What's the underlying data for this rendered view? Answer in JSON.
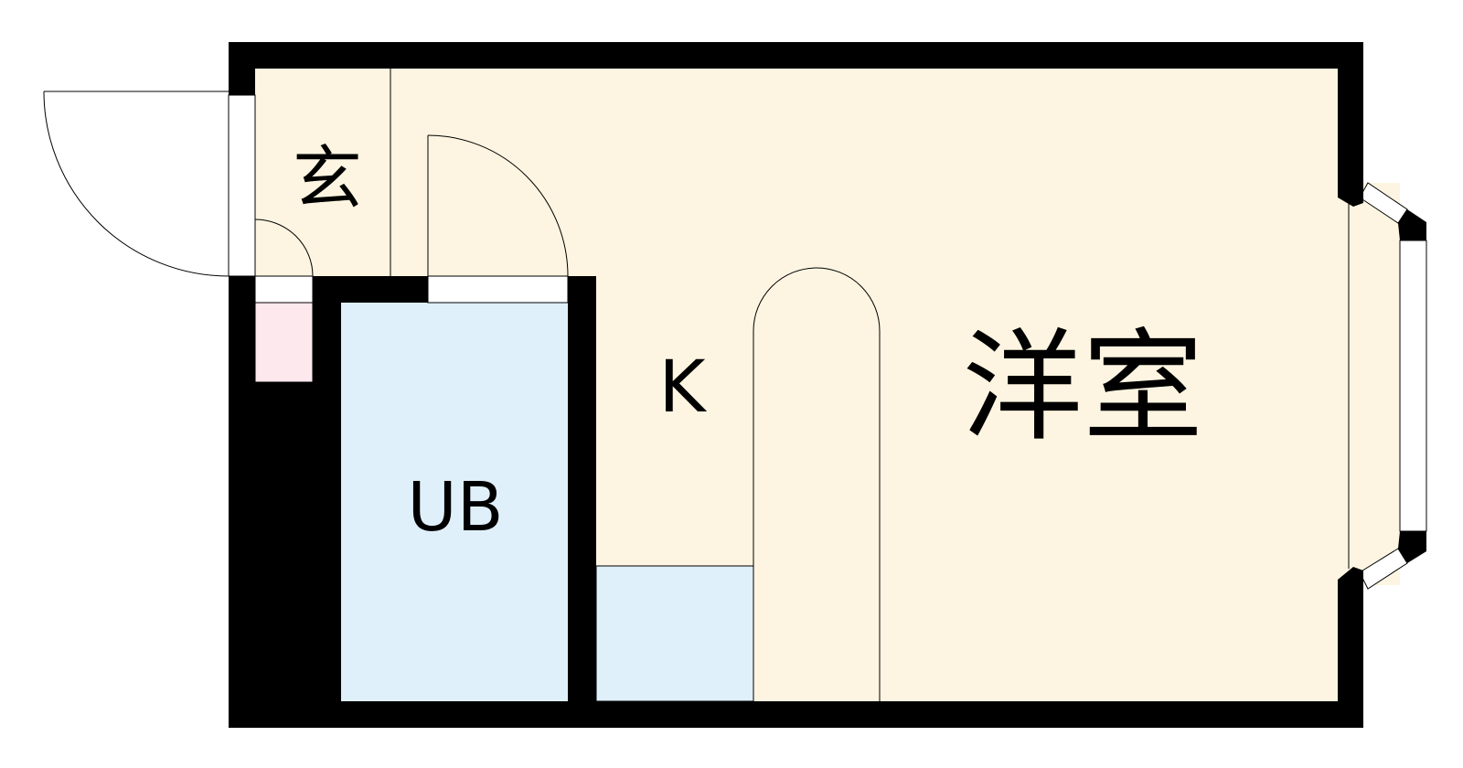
{
  "rooms": {
    "genkan": "玄",
    "bath": "UB",
    "kitchen": "K",
    "western_room": "洋室"
  },
  "colors": {
    "wall": "#000000",
    "floor": "#fdf5e1",
    "bath": "#dff0fb",
    "kitchen_counter": "#dff0fb",
    "toilet_cabinet": "#fde8ee",
    "opening": "#ffffff",
    "line": "#000000"
  }
}
